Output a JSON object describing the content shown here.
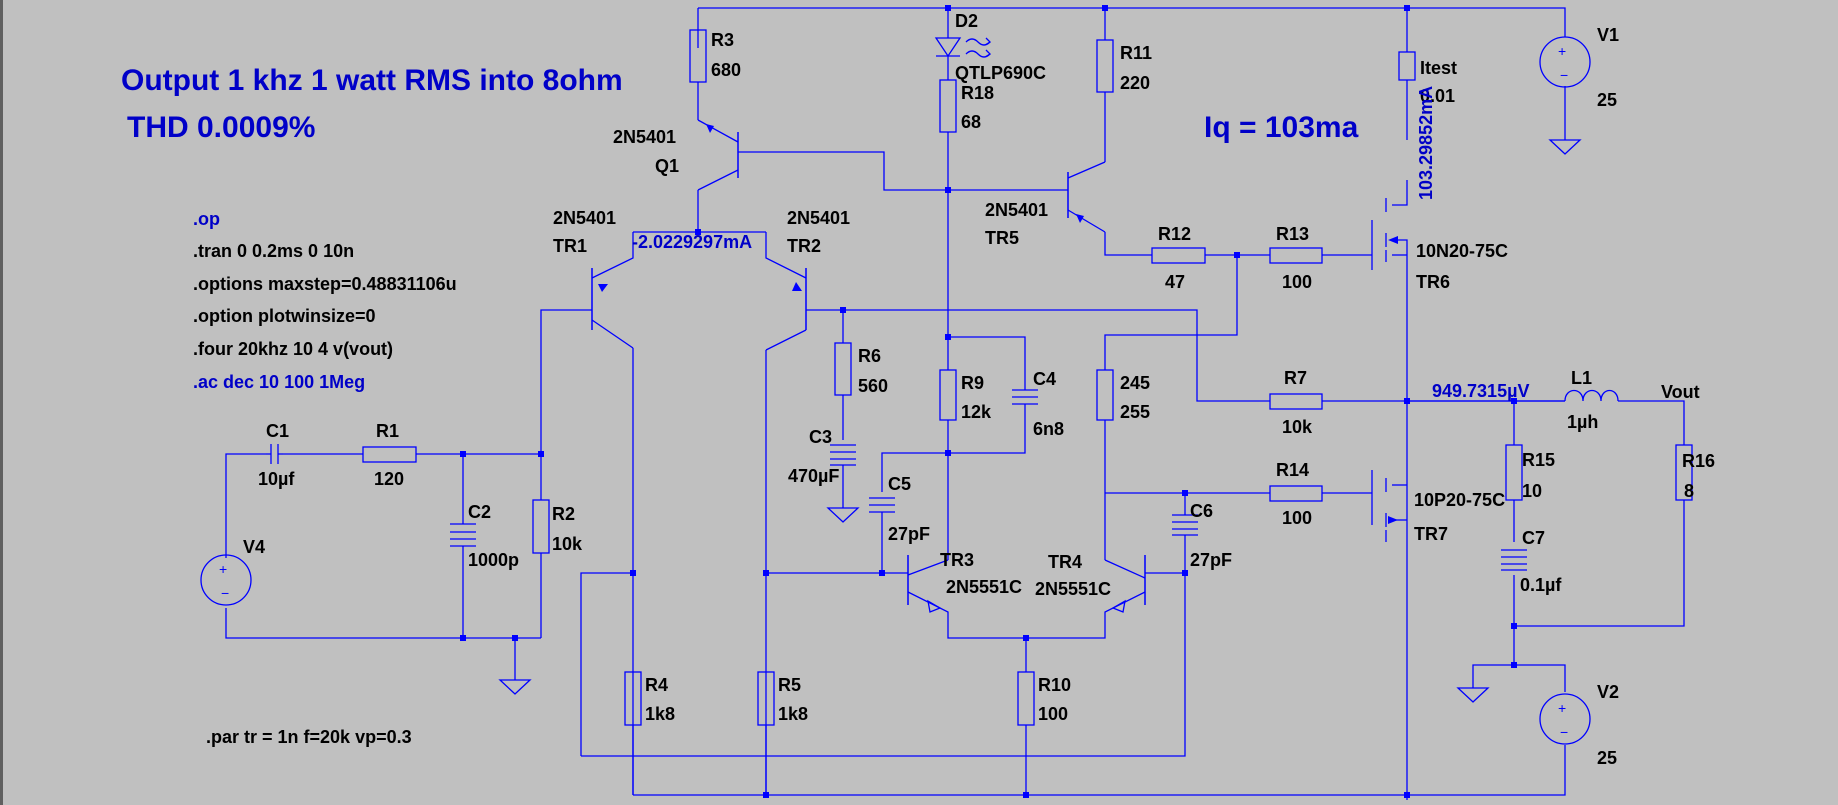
{
  "annotations": {
    "output_line": "Output 1 khz 1 watt RMS into 8ohm",
    "thd_line": "THD 0.0009%",
    "iq": "Iq = 103ma"
  },
  "directives": {
    "op": ".op",
    "tran": ".tran 0 0.2ms 0 10n",
    "options": ".options maxstep=0.48831106u",
    "plotwinsize": ".option plotwinsize=0",
    "four": ".four 20khz 10 4 v(vout)",
    "ac": ".ac dec 10 100 1Meg",
    "par": ".par tr = 1n f=20k vp=0.3"
  },
  "measurements": {
    "q1_current": "-2.0229297mA",
    "itest_current": "103.29852mA",
    "output_voltage": "949.7315µV"
  },
  "components": {
    "R3": {
      "name": "R3",
      "value": "680"
    },
    "D2": {
      "name": "D2",
      "value": "QTLP690C"
    },
    "R18": {
      "name": "R18",
      "value": "68"
    },
    "R11": {
      "name": "R11",
      "value": "220"
    },
    "Itest": {
      "name": "Itest",
      "value": "0.01"
    },
    "V1": {
      "name": "V1",
      "value": "25"
    },
    "Q1": {
      "name": "Q1",
      "model": "2N5401"
    },
    "TR1": {
      "name": "TR1",
      "model": "2N5401"
    },
    "TR2": {
      "name": "TR2",
      "model": "2N5401"
    },
    "TR5": {
      "name": "TR5",
      "model": "2N5401"
    },
    "R12": {
      "name": "R12",
      "value": "47"
    },
    "R13": {
      "name": "R13",
      "value": "100"
    },
    "TR6": {
      "name": "TR6",
      "model": "10N20-75C"
    },
    "R6": {
      "name": "R6",
      "value": "560"
    },
    "C3": {
      "name": "C3",
      "value": "470µF"
    },
    "R9": {
      "name": "R9",
      "value": "12k"
    },
    "C4": {
      "name": "C4",
      "value": "6n8"
    },
    "R245": {
      "name": "245",
      "value": "255"
    },
    "R7": {
      "name": "R7",
      "value": "10k"
    },
    "L1": {
      "name": "L1",
      "value": "1µh"
    },
    "Vout": {
      "name": "Vout"
    },
    "R16": {
      "name": "R16",
      "value": "8"
    },
    "R15": {
      "name": "R15",
      "value": "10"
    },
    "C7": {
      "name": "C7",
      "value": "0.1µf"
    },
    "C1": {
      "name": "C1",
      "value": "10µf"
    },
    "R1": {
      "name": "R1",
      "value": "120"
    },
    "C2": {
      "name": "C2",
      "value": "1000p"
    },
    "R2": {
      "name": "R2",
      "value": "10k"
    },
    "V4": {
      "name": "V4"
    },
    "C5": {
      "name": "C5",
      "value": "27pF"
    },
    "C6": {
      "name": "C6",
      "value": "27pF"
    },
    "R14": {
      "name": "R14",
      "value": "100"
    },
    "TR7": {
      "name": "TR7",
      "model": "10P20-75C"
    },
    "TR3": {
      "name": "TR3",
      "model": "2N5551C"
    },
    "TR4": {
      "name": "TR4",
      "model": "2N5551C"
    },
    "R4": {
      "name": "R4",
      "value": "1k8"
    },
    "R5": {
      "name": "R5",
      "value": "1k8"
    },
    "R10": {
      "name": "R10",
      "value": "100"
    },
    "V2": {
      "name": "V2",
      "value": "25"
    }
  },
  "colors": {
    "background": "#c0c0c0",
    "wire": "#0000ff",
    "label": "#000000",
    "annotation": "#0000c8"
  }
}
